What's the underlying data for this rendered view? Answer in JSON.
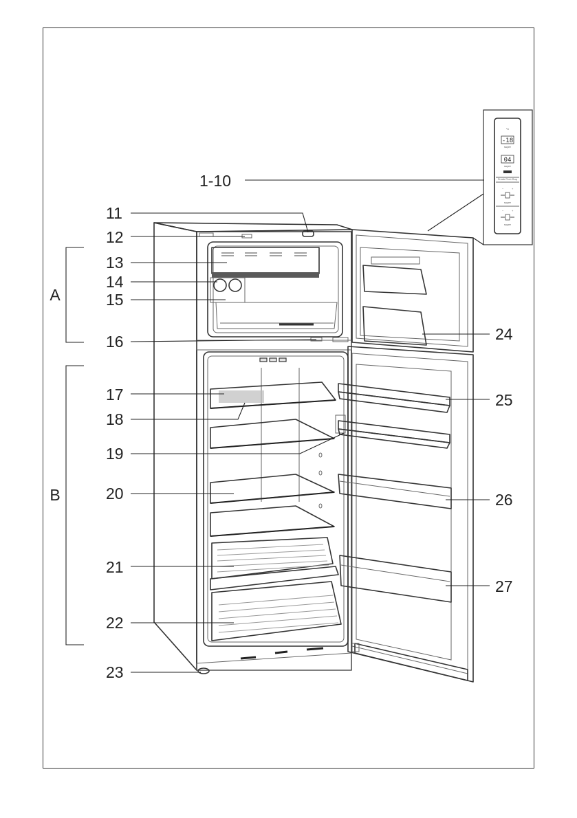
{
  "labels": {
    "l1_10": "1-10",
    "l11": "11",
    "l12": "12",
    "l13": "13",
    "l14": "14",
    "l15": "15",
    "l16": "16",
    "l17": "17",
    "l18": "18",
    "l19": "19",
    "l20": "20",
    "l21": "21",
    "l22": "22",
    "l23": "23",
    "l24": "24",
    "l25": "25",
    "l26": "26",
    "l27": "27",
    "zone_a": "A",
    "zone_b": "B"
  },
  "control_panel": {
    "unit": "°C",
    "freezer_temp": "-18",
    "fridge_temp": "04",
    "small_label_1": "super",
    "small_label_2": "super",
    "small_label_3": "Fresh Prot./Sup",
    "small_label_4": "super",
    "small_label_5": "super"
  },
  "colors": {
    "line": "#222222",
    "shelf_fill": "#e6e6e6",
    "shadow_fill": "#9a9a9a",
    "panel_fill": "#eeeeee"
  }
}
